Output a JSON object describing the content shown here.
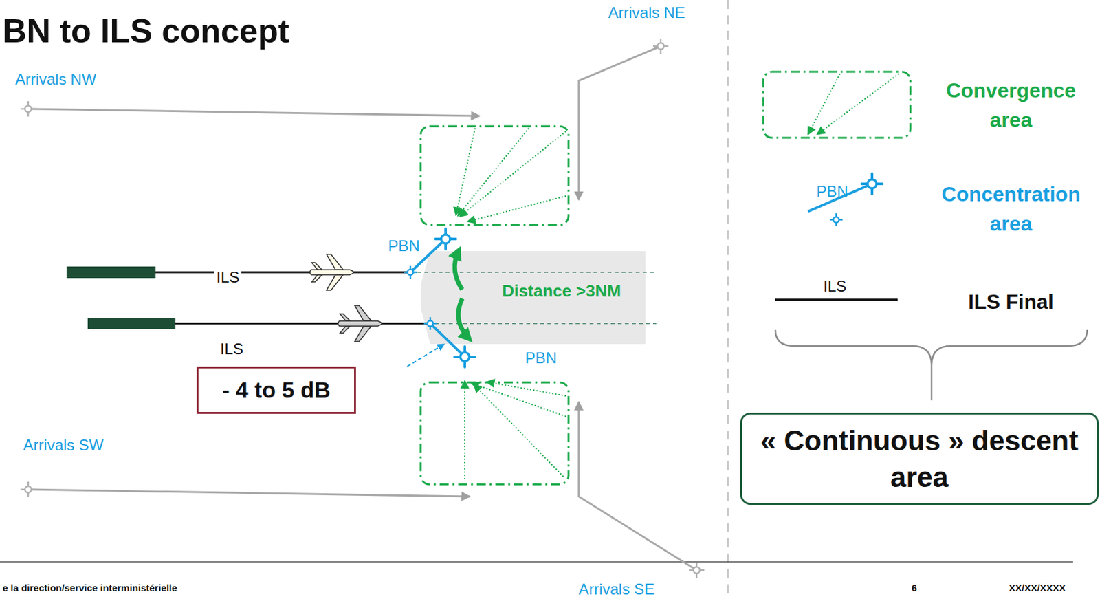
{
  "diagram": {
    "title": "BN to ILS concept",
    "nodes": [
      {
        "text": [
          "- 4 to 5 dB"
        ]
      },
      {
        "text": [
          "« Continuous » descent area"
        ]
      }
    ],
    "labels": [
      "Arrivals NE",
      "Arrivals NW",
      "PBN",
      "ILS",
      "Distance >3NM",
      "ILS",
      "PBN",
      "Arrivals SW",
      "Arrivals SE",
      "e la direction/service interministérielle",
      "6",
      "XX/XX/XXXX",
      "PBN",
      "ILS"
    ],
    "legend": [
      {
        "text": "Convergence area"
      },
      {
        "text": "Concentration area"
      },
      {
        "text": "ILS Final"
      }
    ]
  }
}
